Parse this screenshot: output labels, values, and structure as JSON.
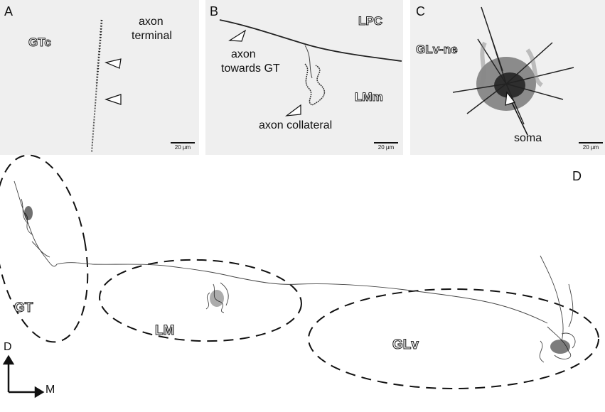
{
  "panelA": {
    "letter": "A",
    "region": "GTc",
    "label1": "axon",
    "label2": "terminal",
    "scale": "20 µm"
  },
  "panelB": {
    "letter": "B",
    "region1": "LPC",
    "region2": "LMm",
    "label1": "axon",
    "label2": "towards GT",
    "label3": "axon collateral",
    "scale": "20 µm"
  },
  "panelC": {
    "letter": "C",
    "region": "GLv-ne",
    "label": "soma",
    "scale": "20 µm"
  },
  "panelD": {
    "letter": "D",
    "regions": [
      "GT",
      "LM",
      "GLv"
    ],
    "axis_d": "D",
    "axis_m": "M"
  }
}
